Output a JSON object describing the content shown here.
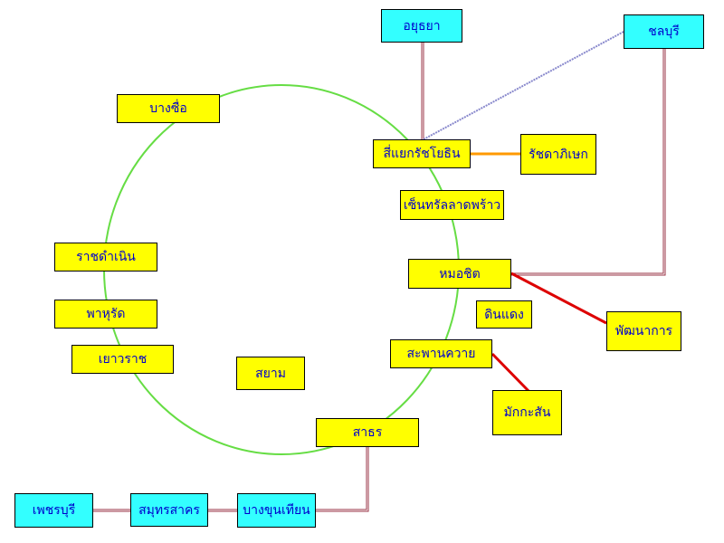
{
  "colors": {
    "station_fill": "#ffff00",
    "terminal_fill": "#33ffff",
    "label_text": "#0000cc",
    "loop_line": "#66dd44",
    "red_line": "#dd0000",
    "orange_line": "#ff9900",
    "maroon_line": "#993344",
    "blue_dotted_line": "#8888cc"
  },
  "nodes": {
    "ayutthaya": "อยุธยา",
    "chonburi": "ชลบุรี",
    "bang_sue": "บางซื่อ",
    "ratchada_intersection": "สี่แยกรัชโยธิน",
    "ratchadaphisek": "รัชดาภิเษก",
    "central_ladprao": "เซ็นทรัลลาดพร้าว",
    "ratchadamnoen": "ราชดำเนิน",
    "mo_chit": "หมอชิต",
    "din_daeng": "ดินแดง",
    "pattanakarn": "พัฒนาการ",
    "phahurat": "พาหุรัด",
    "yaowarat": "เยาวราช",
    "siam": "สยาม",
    "saphan_khwai": "สะพานควาย",
    "makkasan": "มักกะสัน",
    "sathorn": "สาธร",
    "phetchaburi": "เพชรบุรี",
    "samut_sakhon": "สมุทรสาคร",
    "bang_khun_thian": "บางขุนเทียน"
  }
}
